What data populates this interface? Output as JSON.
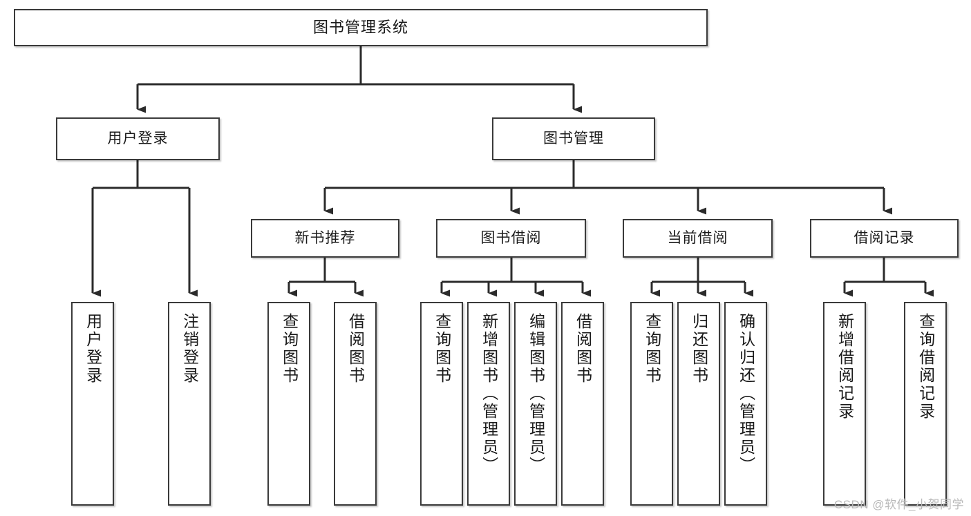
{
  "diagram": {
    "title": "图书管理系统",
    "type": "tree-hierarchy",
    "watermark": "CSDN @软件_小贺同学",
    "colors": {
      "box_border": "#3a3a3a",
      "box_fill": "#ffffff",
      "connector": "#2b2b2b",
      "text": "#1a1a1a",
      "watermark": "#b9b9b9"
    }
  },
  "nodes": {
    "root": {
      "label": "图书管理系统"
    },
    "level2": [
      {
        "label": "用户登录"
      },
      {
        "label": "图书管理"
      }
    ],
    "level3": [
      {
        "label": "新书推荐"
      },
      {
        "label": "图书借阅"
      },
      {
        "label": "当前借阅"
      },
      {
        "label": "借阅记录"
      }
    ],
    "leaves": {
      "user_login": [
        {
          "label": "用户登录"
        },
        {
          "label": "注销登录"
        }
      ],
      "new_book": [
        {
          "label": "查询图书"
        },
        {
          "label": "借阅图书"
        }
      ],
      "book_borrow": [
        {
          "label": "查询图书"
        },
        {
          "label": "新增图书（管理员）"
        },
        {
          "label": "编辑图书（管理员）"
        },
        {
          "label": "借阅图书"
        }
      ],
      "current_borrow": [
        {
          "label": "查询图书"
        },
        {
          "label": "归还图书"
        },
        {
          "label": "确认归还（管理员）"
        }
      ],
      "borrow_record": [
        {
          "label": "新增借阅记录"
        },
        {
          "label": "查询借阅记录"
        }
      ]
    }
  }
}
